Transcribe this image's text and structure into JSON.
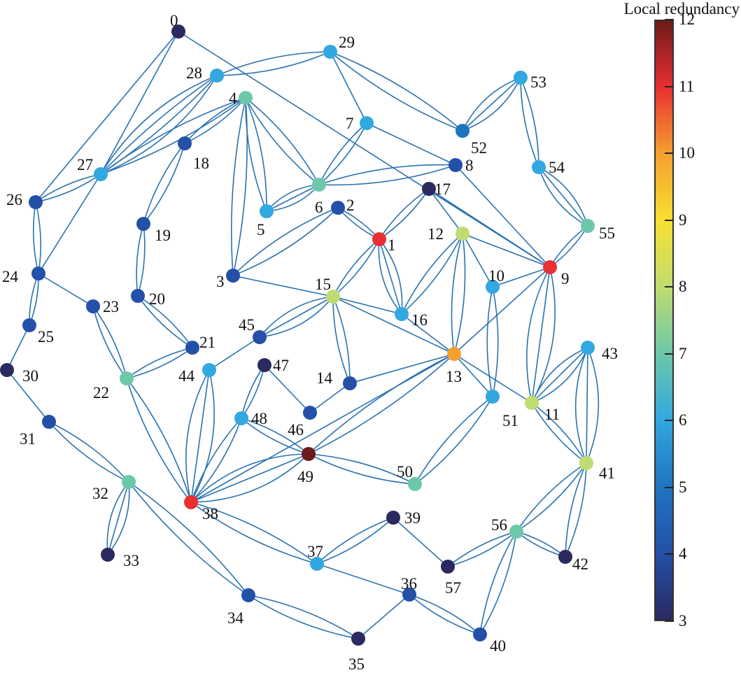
{
  "colorbar": {
    "title": "Local redundancy",
    "min": 3,
    "max": 12,
    "ticks": [
      "3",
      "4",
      "5",
      "6",
      "7",
      "8",
      "9",
      "10",
      "11",
      "12"
    ],
    "colormap": [
      "#2a2a60",
      "#2450a8",
      "#1f74c0",
      "#32a8e0",
      "#6cc8a8",
      "#c0dc70",
      "#f8e030",
      "#f5a030",
      "#e83030",
      "#6e1a1a"
    ]
  },
  "edge_color": "#2a72b0",
  "nodes": [
    {
      "id": "0",
      "redundancy": 3
    },
    {
      "id": "1",
      "redundancy": 11
    },
    {
      "id": "2",
      "redundancy": 4
    },
    {
      "id": "3",
      "redundancy": 4
    },
    {
      "id": "4",
      "redundancy": 7
    },
    {
      "id": "5",
      "redundancy": 6
    },
    {
      "id": "6",
      "redundancy": 7
    },
    {
      "id": "7",
      "redundancy": 6
    },
    {
      "id": "8",
      "redundancy": 4
    },
    {
      "id": "9",
      "redundancy": 11
    },
    {
      "id": "10",
      "redundancy": 6
    },
    {
      "id": "11",
      "redundancy": 8
    },
    {
      "id": "12",
      "redundancy": 8
    },
    {
      "id": "13",
      "redundancy": 10
    },
    {
      "id": "14",
      "redundancy": 4
    },
    {
      "id": "15",
      "redundancy": 8
    },
    {
      "id": "16",
      "redundancy": 6
    },
    {
      "id": "17",
      "redundancy": 3
    },
    {
      "id": "18",
      "redundancy": 4
    },
    {
      "id": "19",
      "redundancy": 4
    },
    {
      "id": "20",
      "redundancy": 4
    },
    {
      "id": "21",
      "redundancy": 4
    },
    {
      "id": "22",
      "redundancy": 7
    },
    {
      "id": "23",
      "redundancy": 4
    },
    {
      "id": "24",
      "redundancy": 4
    },
    {
      "id": "25",
      "redundancy": 4
    },
    {
      "id": "26",
      "redundancy": 4
    },
    {
      "id": "27",
      "redundancy": 6
    },
    {
      "id": "28",
      "redundancy": 6
    },
    {
      "id": "29",
      "redundancy": 6
    },
    {
      "id": "30",
      "redundancy": 3
    },
    {
      "id": "31",
      "redundancy": 4
    },
    {
      "id": "32",
      "redundancy": 7
    },
    {
      "id": "33",
      "redundancy": 3
    },
    {
      "id": "34",
      "redundancy": 4
    },
    {
      "id": "35",
      "redundancy": 3
    },
    {
      "id": "36",
      "redundancy": 4
    },
    {
      "id": "37",
      "redundancy": 6
    },
    {
      "id": "38",
      "redundancy": 11
    },
    {
      "id": "39",
      "redundancy": 3
    },
    {
      "id": "40",
      "redundancy": 4
    },
    {
      "id": "41",
      "redundancy": 8
    },
    {
      "id": "42",
      "redundancy": 3
    },
    {
      "id": "43",
      "redundancy": 6
    },
    {
      "id": "44",
      "redundancy": 6
    },
    {
      "id": "45",
      "redundancy": 4
    },
    {
      "id": "46",
      "redundancy": 4
    },
    {
      "id": "47",
      "redundancy": 3
    },
    {
      "id": "48",
      "redundancy": 6
    },
    {
      "id": "49",
      "redundancy": 12
    },
    {
      "id": "50",
      "redundancy": 7
    },
    {
      "id": "51",
      "redundancy": 6
    },
    {
      "id": "52",
      "redundancy": 5
    },
    {
      "id": "53",
      "redundancy": 6
    },
    {
      "id": "54",
      "redundancy": 6
    },
    {
      "id": "55",
      "redundancy": 7
    },
    {
      "id": "56",
      "redundancy": 7
    },
    {
      "id": "57",
      "redundancy": 3
    }
  ],
  "edges": [
    [
      0,
      26,
      1
    ],
    [
      0,
      27,
      1
    ],
    [
      0,
      9,
      1
    ],
    [
      28,
      29,
      2
    ],
    [
      28,
      27,
      4
    ],
    [
      4,
      27,
      2
    ],
    [
      4,
      18,
      2
    ],
    [
      4,
      5,
      2
    ],
    [
      4,
      6,
      2
    ],
    [
      4,
      3,
      2
    ],
    [
      18,
      19,
      2
    ],
    [
      19,
      20,
      2
    ],
    [
      20,
      21,
      2
    ],
    [
      21,
      22,
      2
    ],
    [
      22,
      23,
      2
    ],
    [
      23,
      24,
      1
    ],
    [
      24,
      26,
      2
    ],
    [
      26,
      27,
      2
    ],
    [
      27,
      24,
      1
    ],
    [
      24,
      25,
      2
    ],
    [
      25,
      30,
      1
    ],
    [
      30,
      31,
      1
    ],
    [
      31,
      32,
      2
    ],
    [
      32,
      33,
      3
    ],
    [
      32,
      34,
      2
    ],
    [
      22,
      38,
      2
    ],
    [
      38,
      44,
      3
    ],
    [
      44,
      45,
      1
    ],
    [
      45,
      15,
      3
    ],
    [
      15,
      1,
      2
    ],
    [
      15,
      3,
      1
    ],
    [
      3,
      2,
      2
    ],
    [
      2,
      1,
      2
    ],
    [
      1,
      17,
      2
    ],
    [
      1,
      16,
      3
    ],
    [
      15,
      16,
      1
    ],
    [
      15,
      14,
      2
    ],
    [
      15,
      13,
      1
    ],
    [
      14,
      13,
      1
    ],
    [
      14,
      46,
      1
    ],
    [
      46,
      47,
      1
    ],
    [
      47,
      48,
      2
    ],
    [
      48,
      49,
      2
    ],
    [
      49,
      13,
      2
    ],
    [
      49,
      38,
      3
    ],
    [
      48,
      38,
      2
    ],
    [
      38,
      13,
      1
    ],
    [
      49,
      50,
      2
    ],
    [
      50,
      51,
      2
    ],
    [
      51,
      13,
      1
    ],
    [
      13,
      11,
      1
    ],
    [
      10,
      51,
      2
    ],
    [
      10,
      9,
      1
    ],
    [
      10,
      12,
      1
    ],
    [
      12,
      17,
      1
    ],
    [
      12,
      16,
      2
    ],
    [
      12,
      13,
      2
    ],
    [
      9,
      13,
      1
    ],
    [
      9,
      11,
      3
    ],
    [
      11,
      43,
      3
    ],
    [
      11,
      41,
      2
    ],
    [
      43,
      41,
      3
    ],
    [
      41,
      56,
      2
    ],
    [
      41,
      42,
      2
    ],
    [
      56,
      42,
      2
    ],
    [
      56,
      40,
      2
    ],
    [
      56,
      57,
      2
    ],
    [
      39,
      57,
      1
    ],
    [
      39,
      37,
      2
    ],
    [
      37,
      38,
      2
    ],
    [
      37,
      36,
      1
    ],
    [
      36,
      35,
      1
    ],
    [
      36,
      40,
      2
    ],
    [
      35,
      34,
      2
    ],
    [
      7,
      29,
      1
    ],
    [
      7,
      6,
      2
    ],
    [
      7,
      8,
      1
    ],
    [
      8,
      6,
      2
    ],
    [
      8,
      9,
      1
    ],
    [
      6,
      5,
      3
    ],
    [
      29,
      52,
      2
    ],
    [
      52,
      53,
      3
    ],
    [
      53,
      54,
      2
    ],
    [
      54,
      55,
      3
    ],
    [
      55,
      9,
      2
    ],
    [
      9,
      12,
      1
    ],
    [
      17,
      9,
      1
    ],
    [
      16,
      13,
      1
    ]
  ]
}
